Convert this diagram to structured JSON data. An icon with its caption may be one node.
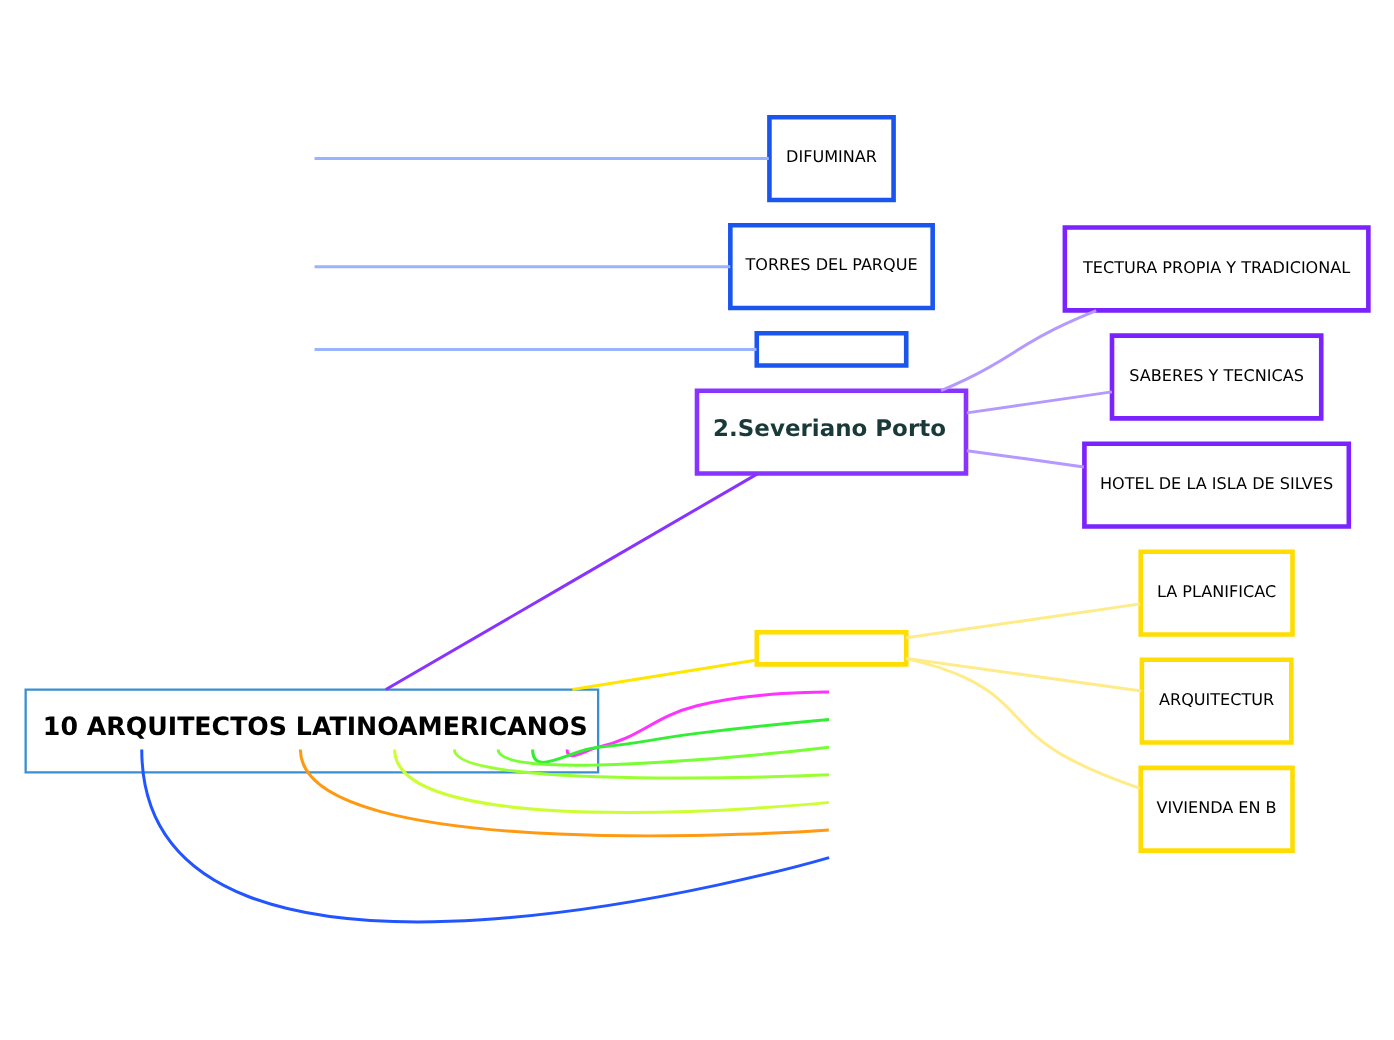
{
  "diagram": {
    "nodes": [
      {
        "text": [
          "10 ARQUITECTOS LATINOAMERICANOS"
        ]
      },
      {
        "text": [
          "2.Severiano Porto"
        ]
      },
      {
        "text": [
          "TECTURA PROPIA Y TRADICIONAL"
        ]
      },
      {
        "text": [
          "SABERES Y TECNICAS"
        ]
      },
      {
        "text": [
          "HOTEL DE LA ISLA DE SILVES"
        ]
      },
      {
        "text": [],
        "shape": "box"
      },
      {
        "text": [
          "TORRES DEL PARQUE"
        ]
      },
      {
        "text": [
          "DIFUMINAR"
        ]
      },
      {
        "text": [],
        "shape": "box"
      },
      {
        "text": [
          "LA PLANIFICAC"
        ]
      },
      {
        "text": [
          "ARQUITECTUR"
        ]
      },
      {
        "text": [
          "VIVIENDA EN B"
        ]
      }
    ],
    "edges": [
      {
        "from": 0,
        "to": 1,
        "arrow": "none",
        "color": "#8833ff"
      },
      {
        "from": 1,
        "to": 2,
        "arrow": "none",
        "color": "#b499ff"
      },
      {
        "from": 1,
        "to": 3,
        "arrow": "none",
        "color": "#b499ff"
      },
      {
        "from": 1,
        "to": 4,
        "arrow": "none",
        "color": "#b499ff"
      },
      {
        "from": 0,
        "to": null,
        "arrow": "none",
        "color": "#2255ff"
      },
      {
        "from": null,
        "to": 5,
        "arrow": "none",
        "color": "#99b3ff"
      },
      {
        "from": null,
        "to": 6,
        "arrow": "none",
        "color": "#99b3ff"
      },
      {
        "from": null,
        "to": 7,
        "arrow": "none",
        "color": "#99b3ff"
      },
      {
        "from": 0,
        "to": null,
        "arrow": "none",
        "color": "#ff9911"
      },
      {
        "from": 0,
        "to": 8,
        "arrow": "none",
        "color": "#ffe600"
      },
      {
        "from": 8,
        "to": 9,
        "arrow": "none",
        "color": "#ffeb88"
      },
      {
        "from": 8,
        "to": 10,
        "arrow": "none",
        "color": "#ffeb88"
      },
      {
        "from": 8,
        "to": 11,
        "arrow": "none",
        "color": "#ffeb88"
      },
      {
        "from": 0,
        "to": null,
        "arrow": "none",
        "color": "#ccff33"
      },
      {
        "from": 0,
        "to": null,
        "arrow": "none",
        "color": "#99ff33"
      },
      {
        "from": 0,
        "to": null,
        "arrow": "none",
        "color": "#77ff33"
      },
      {
        "from": 0,
        "to": null,
        "arrow": "none",
        "color": "#33ee33"
      },
      {
        "from": 0,
        "to": null,
        "arrow": "none",
        "color": "#ff33ff"
      }
    ]
  }
}
